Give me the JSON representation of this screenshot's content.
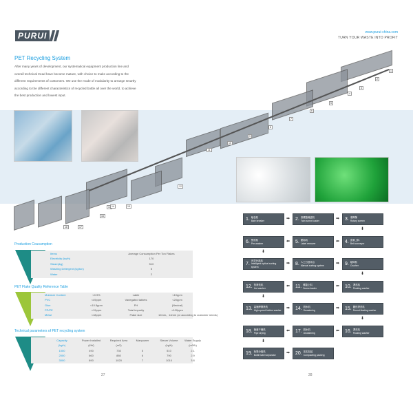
{
  "header": {
    "logo": "PURUI",
    "website": "www.purui-china.com",
    "slogan": "TURN YOUR WASTE INTO PROFIT"
  },
  "intro": {
    "title": "PET Recycling System",
    "body": "After many years of development, our systematical equipment production line and overall technical tread have become mature, with choice to make according to the different requirements of customers. We use the mode of modularity to arrange smartly according to the different characteristics of recycled bottle all over the world, to achieve the best production and lowest input."
  },
  "machine_numbers": [
    "1",
    "2",
    "3",
    "4",
    "5",
    "6",
    "7",
    "8",
    "9",
    "10",
    "11",
    "12",
    "13",
    "14",
    "15",
    "16",
    "17",
    "18"
  ],
  "consumption": {
    "title": "Production Cousumption",
    "header": [
      "Items",
      "Average Consumption Per Ton Flakes"
    ],
    "rows": [
      [
        "Electricity (kw/h)",
        "170"
      ],
      [
        "Steam(kg)",
        "510"
      ],
      [
        "Washing Detergent (kg/ton)",
        "5"
      ],
      [
        "Water",
        "2"
      ]
    ]
  },
  "quality": {
    "title": "PET Flake Quality Reference Table",
    "rows": [
      [
        "Moisture Content",
        "<0.9%",
        "Lable",
        "<10ppm"
      ],
      [
        "PVC",
        "<49ppm",
        "Variegated tablets",
        "<20ppm"
      ],
      [
        "Glue",
        "<10.5ppm",
        "PH",
        "(Neutral)"
      ],
      [
        "PP/PE",
        "<19ppm",
        "Total impurity",
        "<100ppm"
      ],
      [
        "Metal",
        "<18ppm",
        "Flake size",
        "12mm、14mm  (or according to customer needs)"
      ]
    ]
  },
  "technical": {
    "title": "Technical parameters of PET recycling system",
    "headers": [
      [
        "Capacity",
        "(kg/h)"
      ],
      [
        "Power Installed",
        "(kW)"
      ],
      [
        "Required Area",
        "(m2)"
      ],
      [
        "Manpower",
        ""
      ],
      [
        "Steam Volume",
        "(kg/h)"
      ],
      [
        "Water Supply",
        "(m3/h)"
      ]
    ],
    "rows": [
      [
        "1000",
        "490",
        "730",
        "5",
        "510",
        "2.1"
      ],
      [
        "2000",
        "660",
        "880",
        "6",
        "790",
        "2.9"
      ],
      [
        "3000",
        "890",
        "1020",
        "7",
        "1010",
        "3.8"
      ]
    ]
  },
  "steps": [
    {
      "n": "1.",
      "cn": "破包机",
      "en": "Bale breaker"
    },
    {
      "n": "2.",
      "cn": "双螺旋输送机",
      "en": "Twin screw loader"
    },
    {
      "n": "3.",
      "cn": "滚筒筛",
      "en": "Rotary screen"
    },
    {
      "n": "4.",
      "cn": "皮带上料",
      "en": "Belt conveyor"
    },
    {
      "n": "5.",
      "cn": "脱标机",
      "en": "Label remover"
    },
    {
      "n": "6.",
      "cn": "预洗机",
      "en": "Pre-washer"
    },
    {
      "n": "7.",
      "cn": "光学分选机",
      "en": "Intelligent optical sorting system"
    },
    {
      "n": "8.",
      "cn": "人工分选平台",
      "en": "Manual sorting system"
    },
    {
      "n": "9.",
      "cn": "破碎机",
      "en": "Crusher"
    },
    {
      "n": "10.",
      "cn": "漂洗机",
      "en": "Floating washer"
    },
    {
      "n": "11.",
      "cn": "螺旋上料",
      "en": "Screw loader"
    },
    {
      "n": "12.",
      "cn": "热清洗机",
      "en": "Hot washer"
    },
    {
      "n": "13.",
      "cn": "高速摩擦清洗",
      "en": "High speed friction washer"
    },
    {
      "n": "14.",
      "cn": "脱水机",
      "en": "Dewatering"
    },
    {
      "n": "15.",
      "cn": "圆形漂洗机",
      "en": "Round floating washer"
    },
    {
      "n": "16.",
      "cn": "漂洗机",
      "en": "Floating washer"
    },
    {
      "n": "17.",
      "cn": "脱水机",
      "en": "Dewatering"
    },
    {
      "n": "18.",
      "cn": "管道干燥机",
      "en": "Pipe drying"
    },
    {
      "n": "19.",
      "cn": "标签分离机",
      "en": "Bottle label separator"
    },
    {
      "n": "20.",
      "cn": "压实包装",
      "en": "Compacting packing"
    }
  ],
  "pages": {
    "left": "27",
    "right": "28"
  },
  "colors": {
    "accent": "#1a9ee0",
    "teal": "#1e8c86",
    "green": "#8cc63f",
    "box": "#535d66"
  }
}
